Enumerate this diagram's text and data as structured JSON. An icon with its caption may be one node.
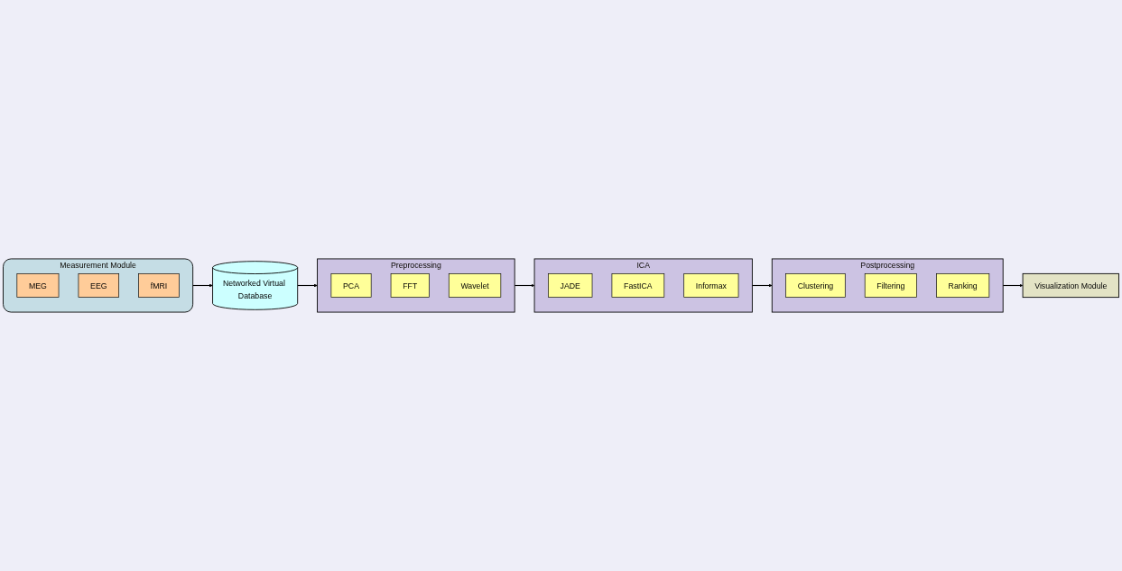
{
  "diagram": {
    "nodes": [
      {
        "text": [
          "Measurement Module"
        ]
      },
      {
        "text": [
          "MEG"
        ],
        "in": 0
      },
      {
        "text": [
          "EEG"
        ],
        "in": 0
      },
      {
        "text": [
          "fMRI"
        ],
        "in": 0
      },
      {
        "text": [
          "Networked Virtual Database"
        ]
      },
      {
        "text": [
          "Preprocessing"
        ]
      },
      {
        "text": [
          "PCA"
        ],
        "in": 5
      },
      {
        "text": [
          "FFT"
        ],
        "in": 5
      },
      {
        "text": [
          "Wavelet"
        ],
        "in": 5
      },
      {
        "text": [
          "ICA"
        ]
      },
      {
        "text": [
          "JADE"
        ],
        "in": 9
      },
      {
        "text": [
          "FastICA"
        ],
        "in": 9
      },
      {
        "text": [
          "Informax"
        ],
        "in": 9
      },
      {
        "text": [
          "Postprocessing"
        ]
      },
      {
        "text": [
          "Clustering"
        ],
        "in": 13
      },
      {
        "text": [
          "Filtering"
        ],
        "in": 13
      },
      {
        "text": [
          "Ranking"
        ],
        "in": 13
      },
      {
        "text": [
          "Visualization Module"
        ]
      }
    ],
    "edges": [
      {
        "from": 0,
        "to": 4,
        "arrow": "to"
      },
      {
        "from": 4,
        "to": 5,
        "arrow": "to"
      },
      {
        "from": 5,
        "to": 9,
        "arrow": "to"
      },
      {
        "from": 9,
        "to": 13,
        "arrow": "to"
      },
      {
        "from": 13,
        "to": 17,
        "arrow": "to"
      }
    ]
  }
}
